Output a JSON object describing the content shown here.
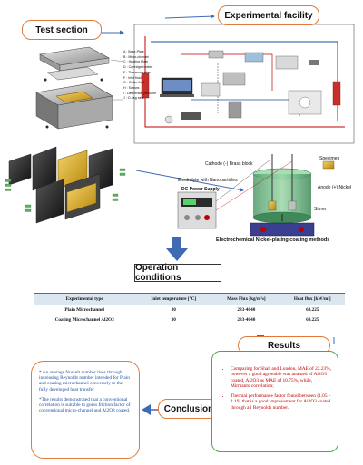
{
  "headers": {
    "test_section": "Test section",
    "experimental_facility": "Experimental facility",
    "operation_conditions": "Operation conditions",
    "results": "Results",
    "conclusion": "Conclusion",
    "nickel_plating": "Electrochemical Nickel-plating coating methods"
  },
  "test_section_legend": [
    "A : Base-Plate",
    "B : Micro-channel",
    "C : Heating Plate",
    "D : Cartridge heater",
    "E : Thermocouples",
    "F : Inlet fluid",
    "G : Outlet fluid",
    "H : Screws",
    "I : Differential pressure",
    "J : O-ring seal"
  ],
  "plating_labels": {
    "cathode": "Cathode (-) Brass block",
    "electrolyte": "Electrolyte with Nanoparticles",
    "specimen": "Specimen",
    "anode": "Anode (+) Nickel",
    "stirrer": "Stirrer",
    "dc_power": "DC Power Supply"
  },
  "table": {
    "headers": [
      "Experimental type",
      "Inlet temperature [°C]",
      "Mass Flux [kg/m²s]",
      "Heat flux [kW/m²]"
    ],
    "rows": [
      [
        "Plain Microchannel",
        "30",
        "283-4040",
        "60.225"
      ],
      [
        "Coating Microchannel Al2O3",
        "30",
        "283-4040",
        "60.225"
      ]
    ]
  },
  "results_bullets": [
    "Comparing for Shah and London, MAE of 22.23%, however a good agreeable was attained of Al2O3 coated, Al2O3 as MAE of 10.75%, while, Mirmanto correlation;",
    "Thermal performance factor found between (1.05 – 1.19) that is a good improvement for Al2O3 coated through all Reynolds number."
  ],
  "conclusion_paragraphs": [
    "* An average Nusselt number rises through increasing Reynolds number intended for Plain and coating microchannel conversely to the fully developed heat transfer",
    "*The results demonstrated that a conventional correlation is suitable to guess friction factor of conventional micro-channel and Al2O3 coated."
  ],
  "colors": {
    "accent_orange": "#e07a3a",
    "accent_green": "#4aa84a",
    "arrow_blue": "#3e6bb4",
    "text_red": "#c00000",
    "text_blue": "#1f4e9c",
    "table_header": "#dce6f0"
  }
}
